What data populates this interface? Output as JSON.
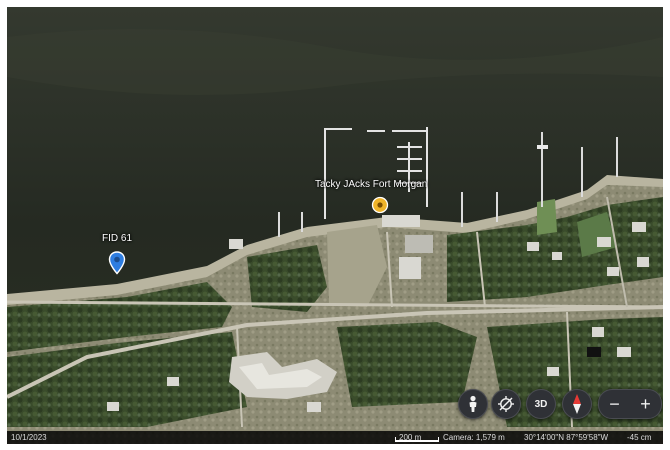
{
  "map": {
    "imagery": "satellite",
    "colors": {
      "water": "#262a22",
      "land": "#8f8d75",
      "vegetation": "#3c4f2c",
      "road": "#c9c5b6"
    }
  },
  "pins": [
    {
      "label": "FID 61",
      "icon": "map-marker-icon",
      "color": "#2e7de0"
    },
    {
      "label": "Tacky JAcks Fort Morgan",
      "icon": "place-dot-icon",
      "color": "#f0b429"
    }
  ],
  "controls": {
    "street_view_icon": "pegman-icon",
    "location_icon": "crosshair-icon",
    "tilt_label": "3D",
    "compass_icon": "compass-icon",
    "zoom_out_label": "−",
    "zoom_in_label": "+"
  },
  "status_bar": {
    "date": "10/1/2023",
    "scale": "200 m",
    "camera": "Camera: 1,579 m",
    "coordinates": "30°14'00\"N 87°59'58\"W",
    "elevation": "-45 cm"
  }
}
